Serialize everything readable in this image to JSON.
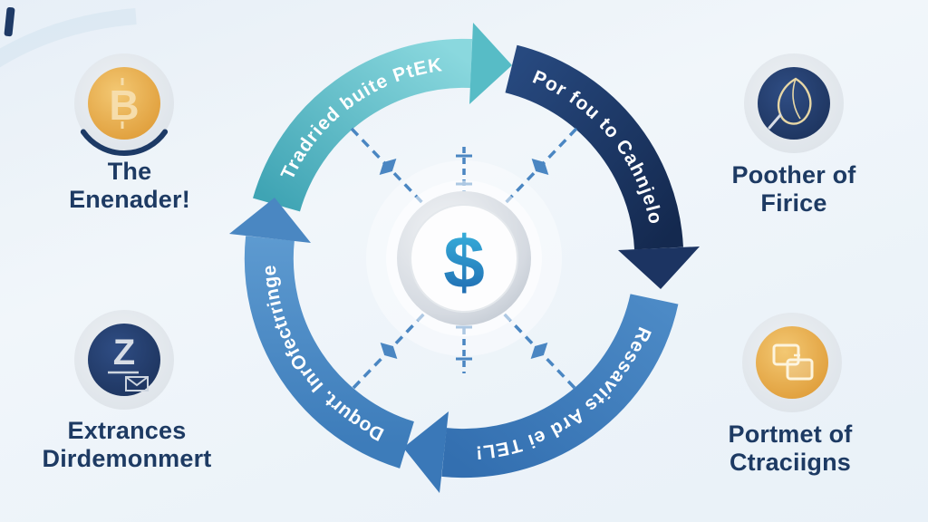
{
  "diagram": {
    "center": {
      "symbol": "$"
    },
    "cycle": [
      {
        "position": "top-left",
        "label": "Tradried buite PtEK",
        "color": "#4fb0bd"
      },
      {
        "position": "top-right",
        "label": "Por fou to Cahnjelo",
        "color": "#1c3566"
      },
      {
        "position": "bottom-right",
        "label": "Ressavits Ard ei TEL!",
        "color": "#3a7ab8"
      },
      {
        "position": "bottom-left",
        "label": "Doqurt. InrOfectrringe",
        "color": "#4886c4"
      }
    ],
    "corners": {
      "top_left": {
        "icon": "coin-b-icon",
        "glyph": "B",
        "line1": "The",
        "line2": "Enenader!"
      },
      "top_right": {
        "icon": "leaf-sketch-icon",
        "line1": "Poother of",
        "line2": "Firice"
      },
      "bottom_left": {
        "icon": "z-document-icon",
        "glyph": "Z",
        "line1": "Extrances",
        "line2": "Dirdemonmert"
      },
      "bottom_right": {
        "icon": "stacked-cards-icon",
        "line1": "Portmet of",
        "line2": "Ctraciigns"
      }
    },
    "colors": {
      "background": "#edf3f9",
      "label_text": "#1d3a63",
      "arc_teal": "#4fb0bd",
      "arc_navy": "#1c3566",
      "arc_blue_bottom_right": "#3a7ab8",
      "arc_blue_bottom_left": "#4886c4",
      "dashed_connector": "#4a86c2",
      "icon_gold": "#e5a33e",
      "icon_navy": "#223c6a"
    }
  }
}
